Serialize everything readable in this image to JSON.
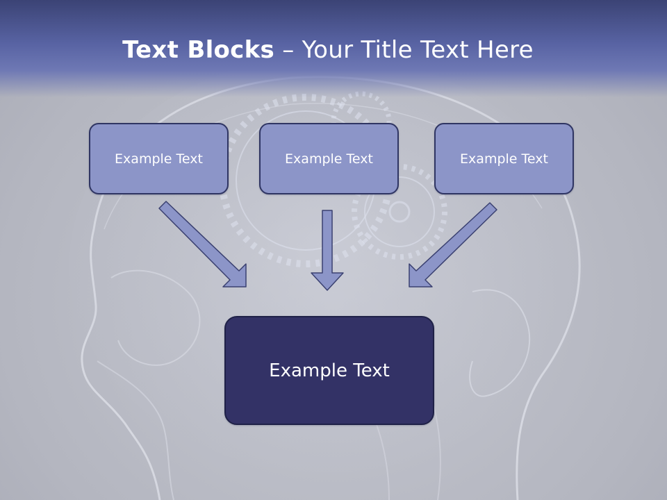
{
  "slide": {
    "title_bold": "Text Blocks",
    "title_separator": " – ",
    "title_rest": "Your Title Text Here"
  },
  "blocks": [
    {
      "label": "Example Text"
    },
    {
      "label": "Example Text"
    },
    {
      "label": "Example Text"
    }
  ],
  "main_block": {
    "label": "Example Text"
  },
  "colors": {
    "header_dark": "#3b4375",
    "header_light": "#6e78b4",
    "block_fill": "#8c95c8",
    "main_block_fill": "#333266",
    "arrow_fill": "#8c95c8",
    "arrow_stroke": "#3a4070"
  },
  "icons": {
    "background": "x-ray-head-with-gears",
    "connectors": "down-arrow"
  }
}
